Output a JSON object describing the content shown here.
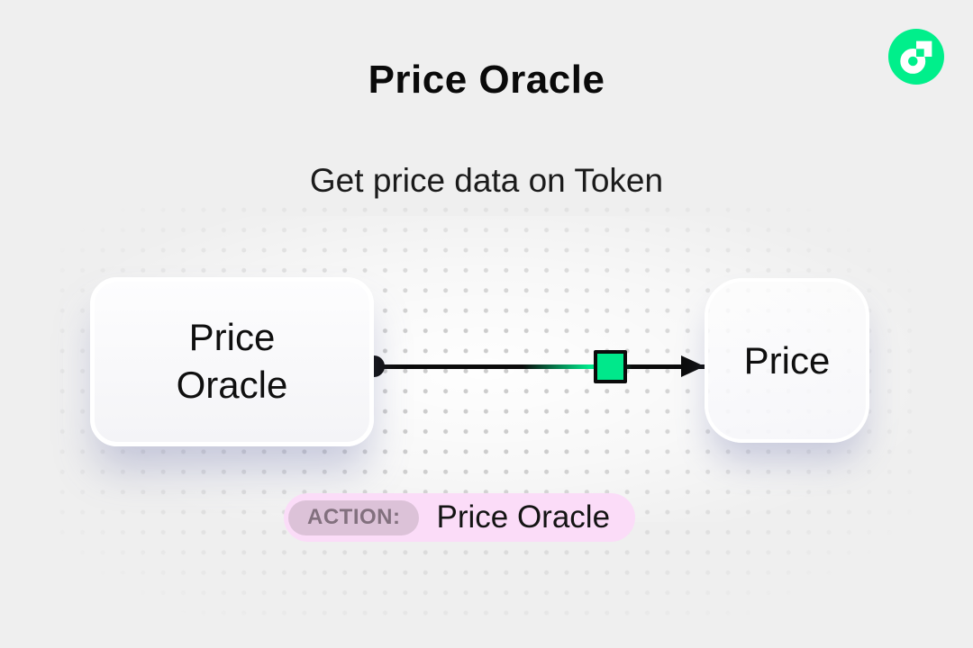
{
  "colors": {
    "background": "#efefef",
    "ink": "#0b0b0b",
    "accent_green": "#00e88b",
    "logo_green": "#00ef8b",
    "badge_bg": "#fbdcf8",
    "badge_label_bg": "#dcc2d8",
    "badge_label_text": "#82707e"
  },
  "header": {
    "title": "Price Oracle",
    "subtitle": "Get price data on Token"
  },
  "logo": {
    "icon": "flow-logo"
  },
  "diagram": {
    "source_node": {
      "label": "Price Oracle"
    },
    "target_node": {
      "label": "Price"
    },
    "connector": {
      "marker": "token-square",
      "direction": "left-to-right"
    }
  },
  "action_badge": {
    "label": "ACTION:",
    "value": "Price Oracle"
  }
}
